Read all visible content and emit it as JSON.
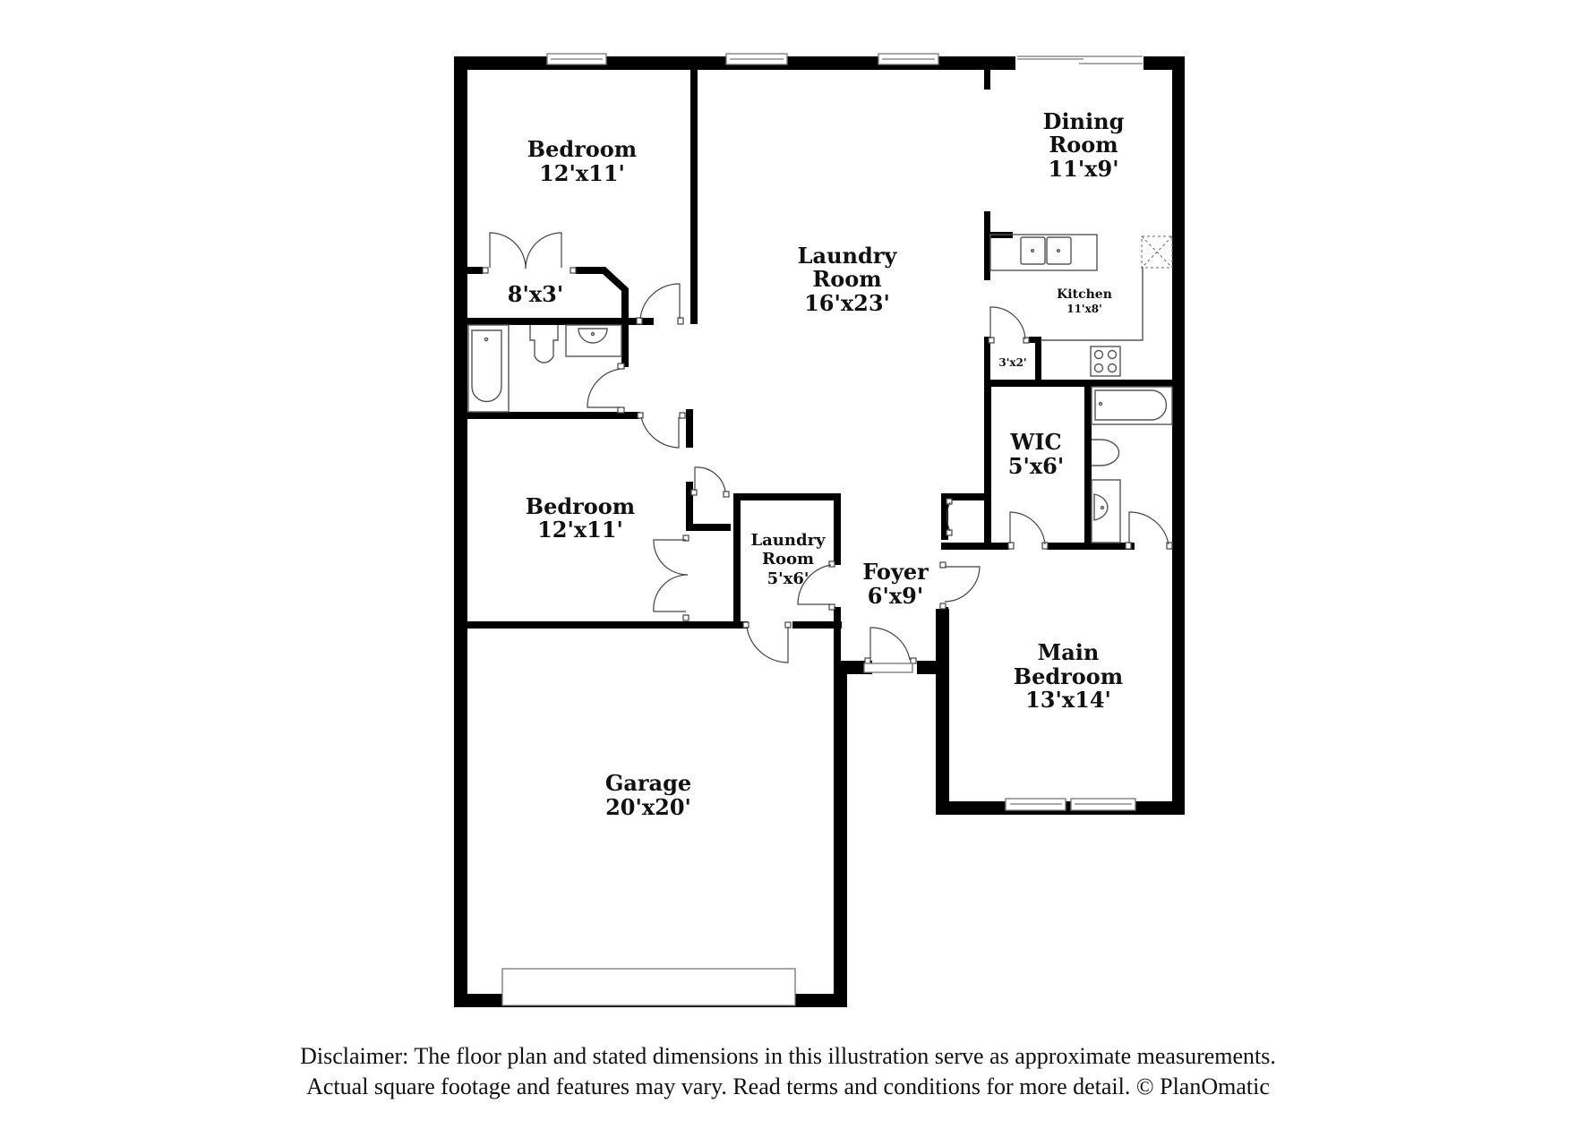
{
  "floor_plan": {
    "rooms": [
      {
        "id": "bedroom_1",
        "name": "Bedroom",
        "dimensions": "12'x11'"
      },
      {
        "id": "closet_1",
        "name": "",
        "dimensions": "8'x3'"
      },
      {
        "id": "great_room",
        "name": "Laundry",
        "name_line2": "Room",
        "dimensions": "16'x23'"
      },
      {
        "id": "dining",
        "name": "Dining",
        "name_line2": "Room",
        "dimensions": "11'x9'"
      },
      {
        "id": "kitchen",
        "name": "Kitchen",
        "dimensions": "11'x8'"
      },
      {
        "id": "pantry",
        "name": "",
        "dimensions": "3'x2'"
      },
      {
        "id": "wic",
        "name": "WIC",
        "dimensions": "5'x6'"
      },
      {
        "id": "bedroom_2",
        "name": "Bedroom",
        "dimensions": "12'x11'"
      },
      {
        "id": "laundry_small",
        "name": "Laundry",
        "name_line2": "Room",
        "dimensions": "5'x6'"
      },
      {
        "id": "foyer",
        "name": "Foyer",
        "dimensions": "6'x9'"
      },
      {
        "id": "main_bedroom",
        "name": "Main",
        "name_line2": "Bedroom",
        "dimensions": "13'x14'"
      },
      {
        "id": "garage",
        "name": "Garage",
        "dimensions": "20'x20'"
      }
    ],
    "fixtures": [
      "bathtub-icon",
      "toilet-icon",
      "sink-icon",
      "double-sink-icon",
      "stove-icon",
      "fridge-icon",
      "window-icon",
      "door-swing-icon",
      "garage-door-icon"
    ]
  },
  "disclaimer": {
    "line1": "Disclaimer: The floor plan and stated dimensions in this illustration serve as approximate measurements.",
    "line2": "Actual square footage and features may vary. Read terms and conditions for more detail. © PlanOmatic"
  },
  "colors": {
    "wall": "#000000",
    "background": "#ffffff",
    "fixture_stroke": "#555555"
  }
}
